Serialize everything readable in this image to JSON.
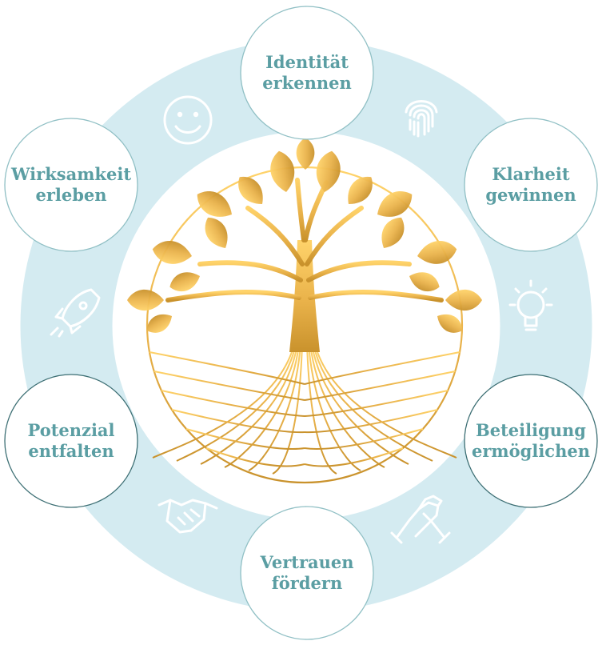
{
  "colors": {
    "ring": "#d4ebf1",
    "text": "#5b9ea3",
    "node_border": "#8fbfc4",
    "node_border_dark": "#3d6f74",
    "tree_light": "#ffd36a",
    "tree_dark": "#c9922c"
  },
  "nodes": [
    {
      "id": "identitaet",
      "lines": [
        "Identität",
        "erkennen"
      ]
    },
    {
      "id": "klarheit",
      "lines": [
        "Klarheit",
        "gewinnen"
      ]
    },
    {
      "id": "beteiligung",
      "lines": [
        "Beteiligung",
        "ermöglichen"
      ]
    },
    {
      "id": "vertrauen",
      "lines": [
        "Vertrauen",
        "fördern"
      ]
    },
    {
      "id": "potenzial",
      "lines": [
        "Potenzial",
        "entfalten"
      ]
    },
    {
      "id": "wirksamkeit",
      "lines": [
        "Wirksamkeit",
        "erleben"
      ]
    }
  ],
  "icons": [
    {
      "name": "fingerprint-icon"
    },
    {
      "name": "lightbulb-icon"
    },
    {
      "name": "fist-bump-icon"
    },
    {
      "name": "handshake-icon"
    },
    {
      "name": "rocket-icon"
    },
    {
      "name": "smiley-icon"
    }
  ],
  "center": {
    "name": "tree-of-life-logo"
  }
}
